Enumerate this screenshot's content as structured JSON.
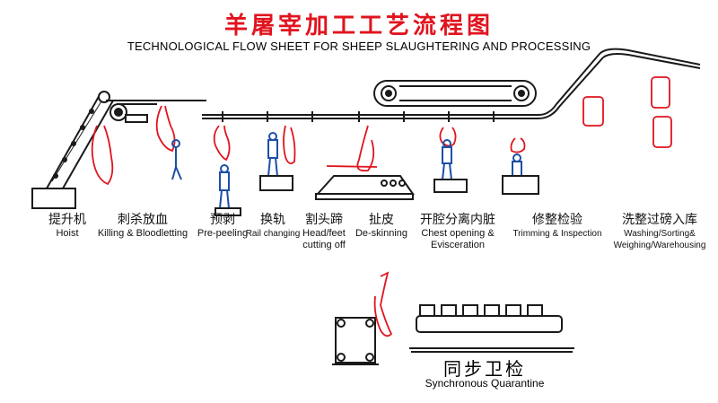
{
  "header": {
    "title_cn": "羊屠宰加工工艺流程图",
    "title_en": "TECHNOLOGICAL FLOW SHEET FOR SHEEP SLAUGHTERING AND PROCESSING"
  },
  "colors": {
    "title": "#e0141e",
    "sheep": "#e0141e",
    "machine": "#1a1a1a",
    "worker": "#1d4fa8"
  },
  "steps": [
    {
      "cn": "提升机",
      "en": "Hoist"
    },
    {
      "cn": "刺杀放血",
      "en": "Killing & Bloodletting"
    },
    {
      "cn": "预剥",
      "en": "Pre-peeling"
    },
    {
      "cn": "换轨",
      "en": "Rail changing"
    },
    {
      "cn": "割头蹄",
      "en": "Head/feet",
      "en2": "cutting off"
    },
    {
      "cn": "扯皮",
      "en": "De-skinning"
    },
    {
      "cn": "开腔分离内脏",
      "en": "Chest opening &",
      "en2": "Evisceration"
    },
    {
      "cn": "修整检验",
      "en": "Trimming & Inspection"
    },
    {
      "cn": "洗整过磅入库",
      "en": "Washing/Sorting&",
      "en2": "Weighing/Warehousing"
    }
  ],
  "quarantine": {
    "cn": "同步卫检",
    "en": "Synchronous Quarantine"
  }
}
